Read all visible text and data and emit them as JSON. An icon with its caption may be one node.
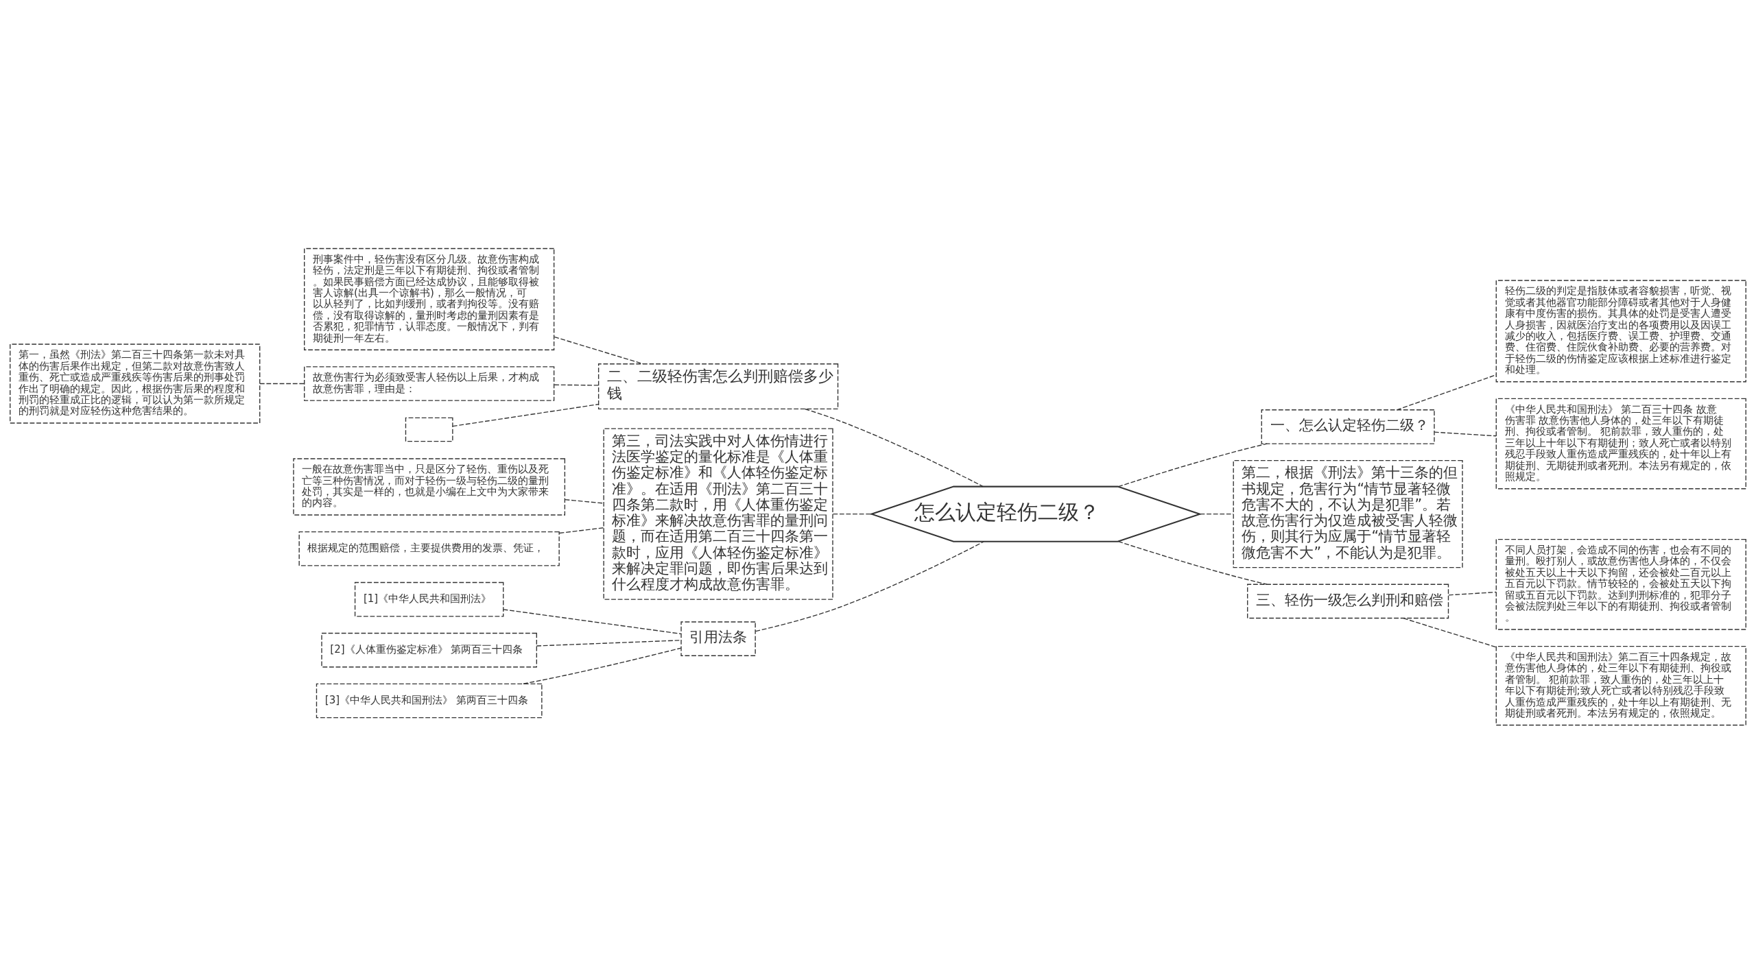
{
  "diagram": {
    "nodes": [
      {
        "text": [
          "怎么认定轻伤二级？"
        ]
      },
      {
        "text": [
          "二、二级轻伤害怎么判刑赔偿多少钱"
        ]
      },
      {
        "text": [
          "刑事案件中，轻伤害没有区分几级。故意伤害构成轻伤，法定刑是三年以下有期徒刑、拘役或者管制。如果民事赔偿方面已经达成协议，且能够取得被害人谅解(出具一个谅解书)，那么一般情况，可以从轻判了，比如判缓刑，或者判拘役等。没有赔偿，没有取得谅解的，量刑时考虑的量刑因素有是否累犯，犯罪情节，认罪态度。一般情况下，判有期徒刑一年左右。"
        ]
      },
      {
        "text": [
          "故意伤害行为必须致受害人轻伤以上后果，才构成故意伤害罪，理由是："
        ]
      },
      {
        "text": [
          "第一，虽然《刑法》第二百三十四条第一款未对具体的伤害后果作出规定，但第二款对故意伤害致人重伤、死亡或造成严重残疾等伤害后果的刑事处罚作出了明确的规定。因此，根据伤害后果的程度和刑罚的轻重成正比的逻辑，可以认为第一款所规定的刑罚就是对应轻伤这种危害结果的。"
        ]
      },
      {
        "text": [],
        "shape": "box"
      },
      {
        "text": [
          "第三，司法实践中对人体伤情进行法医学鉴定的量化标准是《人体重伤鉴定标准》和《人体轻伤鉴定标准》。在适用《刑法》第二百三十四条第二款时，用《人体重伤鉴定标准》来解决故意伤害罪的量刑问题，而在适用第二百三十四条第一款时，应用《人体轻伤鉴定标准》来解决定罪问题，即伤害后果达到什么程度才构成故意伤害罪。"
        ]
      },
      {
        "text": [
          "一般在故意伤害罪当中，只是区分了轻伤、重伤以及死亡等三种伤害情况，而对于轻伤一级与轻伤二级的量刑处罚，其实是一样的，也就是小编在上文中为大家带来的内容。"
        ]
      },
      {
        "text": [
          "根据规定的范围赔偿，主要提供费用的发票、凭证，"
        ]
      },
      {
        "text": [
          "引用法条"
        ]
      },
      {
        "text": [
          "[1]《中华人民共和国刑法》"
        ]
      },
      {
        "text": [
          "[2]《人体重伤鉴定标准》 第两百三十四条"
        ]
      },
      {
        "text": [
          "[3]《中华人民共和国刑法》 第两百三十四条"
        ]
      },
      {
        "text": [
          "一、怎么认定轻伤二级？"
        ]
      },
      {
        "text": [
          "轻伤二级的判定是指肢体或者容貌损害，听觉、视觉或者其他器官功能部分障碍或者其他对于人身健康有中度伤害的损伤。其具体的处罚是受害人遭受人身损害，因就医治疗支出的各项费用以及因误工减少的收入，包括医疗费、误工费、护理费、交通费、住宿费、住院伙食补助费、必要的营养费。对于轻伤二级的伤情鉴定应该根据上述标准进行鉴定和处理。"
        ]
      },
      {
        "text": [
          "《中华人民共和国刑法》 第二百三十四条 故意伤害罪 故意伤害他人身体的，处三年以下有期徒刑、拘役或者管制。 犯前款罪，致人重伤的，处三年以上十年以下有期徒刑；致人死亡或者以特别残忍手段致人重伤造成严重残疾的，处十年以上有期徒刑、无期徒刑或者死刑。本法另有规定的，依照规定。"
        ]
      },
      {
        "text": [
          "第二，根据《刑法》第十三条的但书规定，危害行为“情节显著轻微危害不大的，不认为是犯罪”。若故意伤害行为仅造成被受害人轻微伤，则其行为应属于“情节显著轻微危害不大”，不能认为是犯罪。"
        ]
      },
      {
        "text": [
          "三、轻伤一级怎么判刑和赔偿"
        ]
      },
      {
        "text": [
          "不同人员打架，会造成不同的伤害，也会有不同的量刑。殴打别人，或故意伤害他人身体的，不仅会被处五天以上十天以下拘留，还会被处二百元以上五百元以下罚款。情节较轻的，会被处五天以下拘留或五百元以下罚款。达到判刑标准的，犯罪分子会被法院判处三年以下的有期徒刑、拘役或者管制。"
        ]
      },
      {
        "text": [
          "《中华人民共和国刑法》第二百三十四条规定，故意伤害他人身体的，处三年以下有期徒刑、拘役或者管制。 犯前款罪，致人重伤的，处三年以上十年以下有期徒刑;致人死亡或者以特别残忍手段致人重伤造成严重残疾的，处十年以上有期徒刑、无期徒刑或者死刑。本法另有规定的，依照规定。"
        ]
      }
    ],
    "edges": [
      {
        "from": 0,
        "to": 1,
        "arrow": "none",
        "style": "dashed"
      },
      {
        "from": 1,
        "to": 2,
        "arrow": "none",
        "style": "dashed"
      },
      {
        "from": 1,
        "to": 3,
        "arrow": "none",
        "style": "dashed"
      },
      {
        "from": 3,
        "to": 4,
        "arrow": "none",
        "style": "dashed"
      },
      {
        "from": 1,
        "to": 5,
        "arrow": "none",
        "style": "dashed"
      },
      {
        "from": 0,
        "to": 6,
        "arrow": "none",
        "style": "dashed"
      },
      {
        "from": 6,
        "to": 7,
        "arrow": "none",
        "style": "dashed"
      },
      {
        "from": 6,
        "to": 8,
        "arrow": "none",
        "style": "dashed"
      },
      {
        "from": 0,
        "to": 9,
        "arrow": "none",
        "style": "dashed"
      },
      {
        "from": 9,
        "to": 10,
        "arrow": "none",
        "style": "dashed"
      },
      {
        "from": 9,
        "to": 11,
        "arrow": "none",
        "style": "dashed"
      },
      {
        "from": 9,
        "to": 12,
        "arrow": "none",
        "style": "dashed"
      },
      {
        "from": 0,
        "to": 13,
        "arrow": "none",
        "style": "dashed"
      },
      {
        "from": 13,
        "to": 14,
        "arrow": "none",
        "style": "dashed"
      },
      {
        "from": 13,
        "to": 15,
        "arrow": "none",
        "style": "dashed"
      },
      {
        "from": 0,
        "to": 16,
        "arrow": "none",
        "style": "dashed"
      },
      {
        "from": 0,
        "to": 17,
        "arrow": "none",
        "style": "dashed"
      },
      {
        "from": 17,
        "to": 18,
        "arrow": "none",
        "style": "dashed"
      },
      {
        "from": 17,
        "to": 19,
        "arrow": "none",
        "style": "dashed"
      }
    ]
  }
}
